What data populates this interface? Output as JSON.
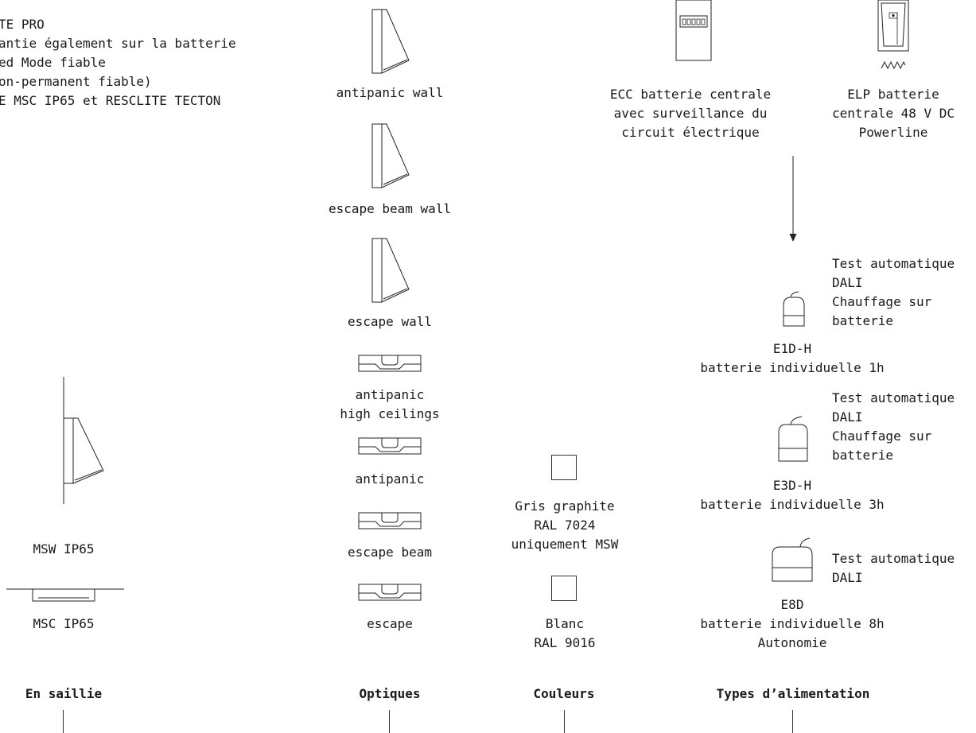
{
  "features": [
    "TE PRO",
    "antie également sur la batterie",
    "ed Mode fiable",
    "on-permanent fiable)",
    "E MSC IP65 et RESCLITE TECTON"
  ],
  "mounting": {
    "heading": "En saillie",
    "items": [
      "MSW IP65",
      "MSC IP65"
    ]
  },
  "optics": {
    "heading": "Optiques",
    "items": [
      "antipanic wall",
      "escape beam wall",
      "escape wall",
      [
        "antipanic",
        "high ceilings"
      ],
      "antipanic",
      "escape beam",
      "escape"
    ]
  },
  "colors": {
    "heading": "Couleurs",
    "items": [
      {
        "lines": [
          "Gris graphite",
          "RAL 7024",
          "uniquement MSW"
        ],
        "hex": "#ffffff"
      },
      {
        "lines": [
          "Blanc",
          "RAL 9016"
        ],
        "hex": "#ffffff"
      }
    ]
  },
  "power": {
    "heading": "Types d’alimentation",
    "central": [
      [
        "ECC batterie centrale",
        "avec surveillance du",
        "circuit électrique"
      ],
      [
        "ELP batterie",
        "centrale 48 V DC",
        "Powerline"
      ]
    ],
    "battery": [
      {
        "features": [
          "Test automatique",
          "DALI",
          "Chauffage sur",
          "batterie"
        ],
        "name": "E1D-H",
        "desc": [
          "batterie individuelle 1h"
        ]
      },
      {
        "features": [
          "Test automatique",
          "DALI",
          "Chauffage sur",
          "batterie"
        ],
        "name": "E3D-H",
        "desc": [
          "batterie individuelle 3h"
        ]
      },
      {
        "features": [
          "Test automatique",
          "DALI"
        ],
        "name": "E8D",
        "desc": [
          "batterie individuelle 8h",
          "Autonomie"
        ]
      }
    ]
  }
}
